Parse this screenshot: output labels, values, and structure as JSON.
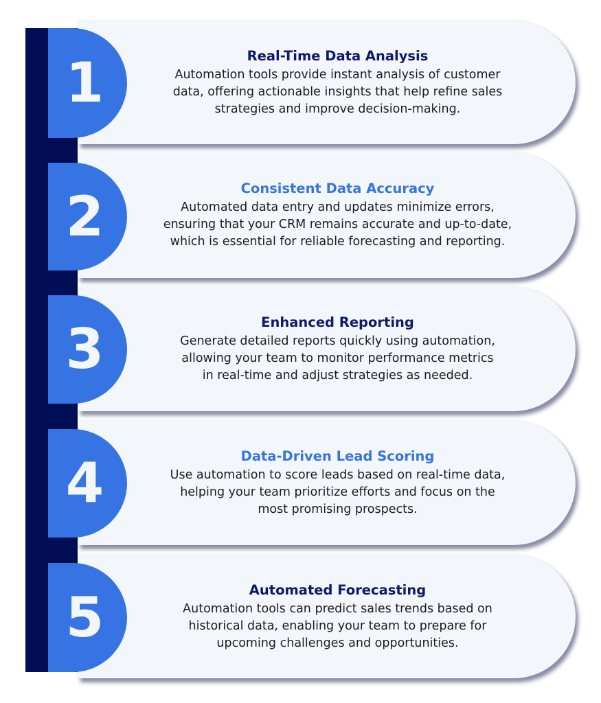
{
  "colors": {
    "navy": "#010E55",
    "accent_blue": "#3574E2",
    "card_bg": "#F3F6FA",
    "title_navy": "#0B1A6B",
    "body_text": "#1C1C1C"
  },
  "steps": [
    {
      "number": "1",
      "title": "Real-Time Data Analysis",
      "title_color": "navy",
      "body": "Automation tools provide instant analysis of customer\ndata, offering actionable insights that help refine sales\nstrategies and improve decision-making."
    },
    {
      "number": "2",
      "title": "Consistent Data Accuracy",
      "title_color": "blue",
      "body": "Automated data entry and updates minimize errors,\nensuring that your CRM remains accurate and up-to-date,\nwhich is essential for reliable forecasting and reporting."
    },
    {
      "number": "3",
      "title": "Enhanced Reporting",
      "title_color": "navy",
      "body": "Generate detailed reports quickly using automation,\nallowing your team to monitor performance metrics\nin real-time and adjust strategies as needed."
    },
    {
      "number": "4",
      "title": "Data-Driven Lead Scoring",
      "title_color": "blue",
      "body": "Use automation to score leads based on real-time data,\nhelping your team prioritize efforts and focus on the\nmost promising prospects."
    },
    {
      "number": "5",
      "title": "Automated Forecasting",
      "title_color": "navy",
      "body": "Automation tools can predict sales trends based on\nhistorical data, enabling your team to prepare for\nupcoming challenges and opportunities."
    }
  ]
}
